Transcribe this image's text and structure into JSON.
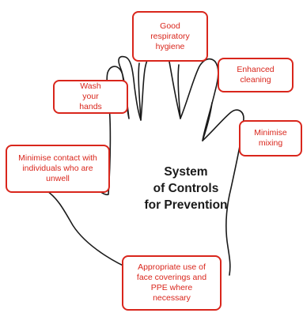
{
  "title": {
    "line1": "System",
    "line2": "of Controls",
    "line3": "for Prevention"
  },
  "controls": {
    "respiratory_hygiene": "Good respiratory hygiene",
    "enhanced_cleaning": "Enhanced cleaning",
    "wash_hands": "Wash your hands",
    "minimise_mixing": "Minimise mixing",
    "minimise_contact": "Minimise contact with individuals who are unwell",
    "face_coverings": "Appropriate use of face coverings and PPE where necessary"
  },
  "colors": {
    "box_border": "#d9261c",
    "box_text": "#d9261c",
    "hand_outline": "#1a1a1a",
    "title_text": "#1a1a1a"
  }
}
